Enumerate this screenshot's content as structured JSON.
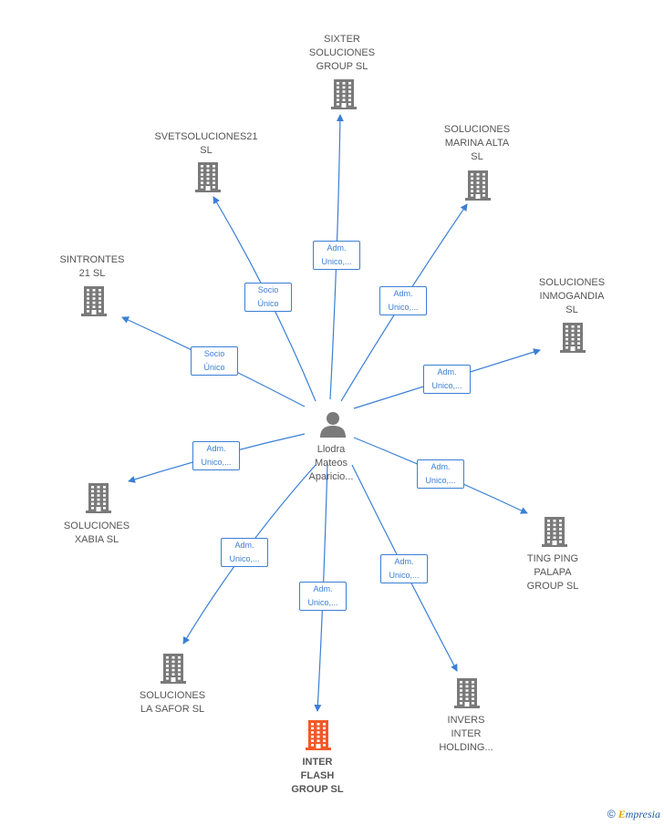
{
  "center": {
    "label": "Llodra\nMateos\nAparicio..."
  },
  "companies": [
    {
      "id": "sixter",
      "label": "SIXTER\nSOLUCIONES\nGROUP  SL",
      "highlight": false
    },
    {
      "id": "svet",
      "label": "SVETSOLUCIONES21\nSL",
      "highlight": false
    },
    {
      "id": "marina",
      "label": "SOLUCIONES\nMARINA ALTA\nSL",
      "highlight": false
    },
    {
      "id": "sintrontes",
      "label": "SINTRONTES\n21  SL",
      "highlight": false
    },
    {
      "id": "inmogandia",
      "label": "SOLUCIONES\nINMOGANDIA\nSL",
      "highlight": false
    },
    {
      "id": "xabia",
      "label": "SOLUCIONES\nXABIA  SL",
      "highlight": false
    },
    {
      "id": "tingping",
      "label": "TING PING\nPALAPA\nGROUP  SL",
      "highlight": false
    },
    {
      "id": "lasafor",
      "label": "SOLUCIONES\nLA SAFOR  SL",
      "highlight": false
    },
    {
      "id": "interflash",
      "label": "INTER\nFLASH\nGROUP  SL",
      "highlight": true
    },
    {
      "id": "invers",
      "label": "INVERS\nINTER\nHOLDING...",
      "highlight": false
    }
  ],
  "edges": [
    {
      "to": "sixter",
      "label": "Adm.\nUnico,..."
    },
    {
      "to": "svet",
      "label": "Socio\nÚnico"
    },
    {
      "to": "marina",
      "label": "Adm.\nUnico,..."
    },
    {
      "to": "sintrontes",
      "label": "Socio\nÚnico"
    },
    {
      "to": "inmogandia",
      "label": "Adm.\nUnico,..."
    },
    {
      "to": "xabia",
      "label": "Adm.\nUnico,..."
    },
    {
      "to": "tingping",
      "label": "Adm.\nUnico,..."
    },
    {
      "to": "lasafor",
      "label": "Adm.\nUnico,..."
    },
    {
      "to": "interflash",
      "label": "Adm.\nUnico,..."
    },
    {
      "to": "invers",
      "label": "Adm.\nUnico,..."
    }
  ],
  "colors": {
    "edge": "#3a7fd5",
    "building": "#7a7a7a",
    "building_highlight": "#f05a28",
    "person": "#7a7a7a"
  },
  "brand": {
    "copyright": "©",
    "first_letter": "E",
    "rest": "mpresia"
  }
}
